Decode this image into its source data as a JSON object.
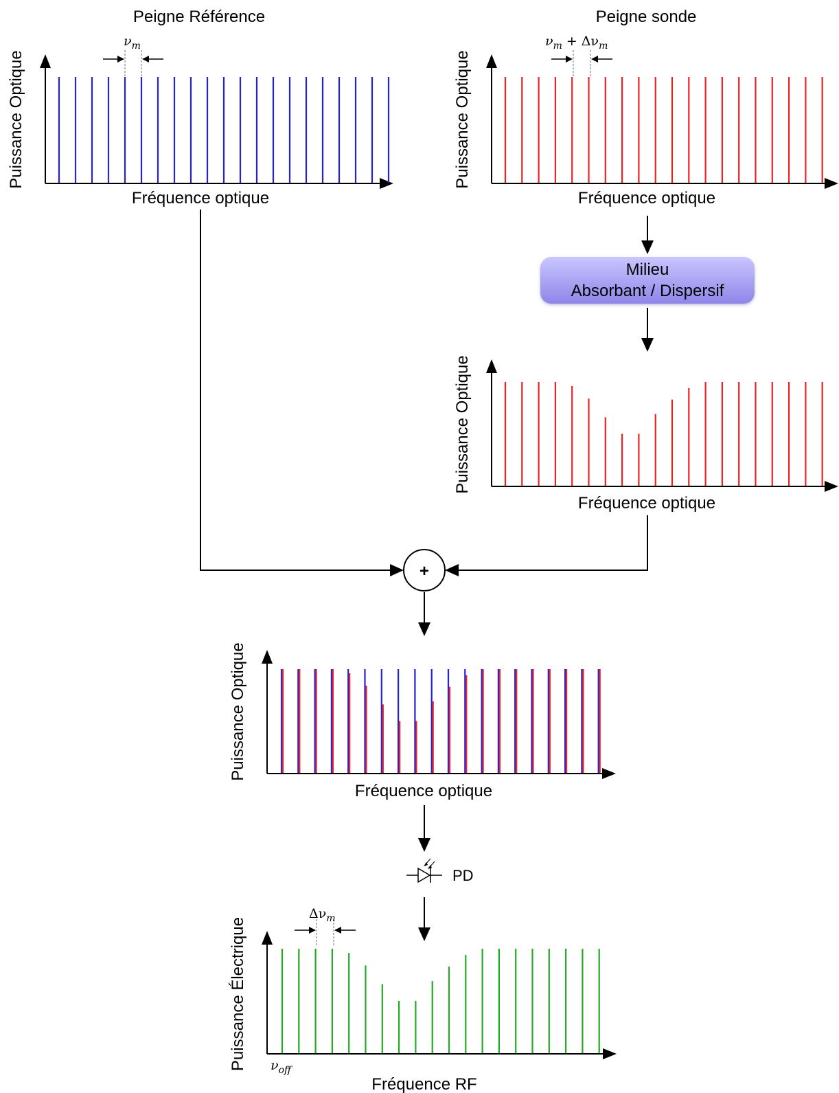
{
  "reference_panel": {
    "title": "Peigne Référence",
    "ylabel": "Puissance Optique",
    "xlabel": "Fréquence optique",
    "spacing_label": {
      "symbol": "ν",
      "sub": "m",
      "extra": ""
    }
  },
  "probe_panel": {
    "title": "Peigne sonde",
    "ylabel": "Puissance Optique",
    "xlabel": "Fréquence optique",
    "spacing_label": {
      "symbol": "ν",
      "sub": "m",
      "extra": "+ Δν",
      "extra_sub": "m"
    }
  },
  "medium_box": {
    "line1": "Milieu",
    "line2": "Absorbant / Dispersif"
  },
  "absorbed_panel": {
    "ylabel": "Puissance Optique",
    "xlabel": "Fréquence optique"
  },
  "sum_node": {
    "symbol": "+"
  },
  "combined_panel": {
    "ylabel": "Puissance Optique",
    "xlabel": "Fréquence optique"
  },
  "photodiode": {
    "label": "PD"
  },
  "rf_panel": {
    "ylabel": "Puissance Électrique",
    "xlabel": "Fréquence RF",
    "spacing_label": {
      "prefix": "Δν",
      "sub": "m"
    },
    "offset_label": {
      "symbol": "ν",
      "sub": "off"
    }
  },
  "colors": {
    "reference_comb": "#2222dd",
    "probe_comb": "#ee2222",
    "rf_comb": "#22aa22",
    "medium_box_top": "#c9c6ff",
    "medium_box_bottom": "#8d86e8"
  },
  "chart_data": [
    {
      "type": "bar",
      "panel": "reference_comb",
      "values": [
        1,
        1,
        1,
        1,
        1,
        1,
        1,
        1,
        1,
        1,
        1,
        1,
        1,
        1,
        1,
        1,
        1,
        1,
        1,
        1,
        1
      ],
      "color": "#2222dd"
    },
    {
      "type": "bar",
      "panel": "probe_comb",
      "values": [
        1,
        1,
        1,
        1,
        1,
        1,
        1,
        1,
        1,
        1,
        1,
        1,
        1,
        1,
        1,
        1,
        1,
        1,
        1,
        1
      ],
      "color": "#ee2222"
    },
    {
      "type": "bar",
      "panel": "absorbed_probe_comb",
      "values": [
        1,
        1,
        1,
        1,
        0.96,
        0.84,
        0.66,
        0.5,
        0.5,
        0.69,
        0.83,
        0.94,
        1,
        1,
        1,
        1,
        1,
        1,
        1,
        1
      ],
      "color": "#ee2222"
    },
    {
      "type": "bar",
      "panel": "combined_comb",
      "series": [
        {
          "color": "#2222dd",
          "values": [
            1,
            1,
            1,
            1,
            1,
            1,
            1,
            1,
            1,
            1,
            1,
            1,
            1,
            1,
            1,
            1,
            1,
            1,
            1,
            1
          ]
        },
        {
          "color": "#ee2222",
          "values": [
            1,
            1,
            1,
            1,
            0.96,
            0.84,
            0.66,
            0.5,
            0.5,
            0.69,
            0.83,
            0.94,
            1,
            1,
            1,
            1,
            1,
            1,
            1,
            1
          ]
        }
      ]
    },
    {
      "type": "bar",
      "panel": "rf_comb",
      "values": [
        1,
        1,
        1,
        1,
        0.96,
        0.84,
        0.66,
        0.5,
        0.5,
        0.69,
        0.83,
        0.94,
        1,
        1,
        1,
        1,
        1,
        1,
        1,
        1
      ],
      "color": "#22aa22"
    }
  ]
}
